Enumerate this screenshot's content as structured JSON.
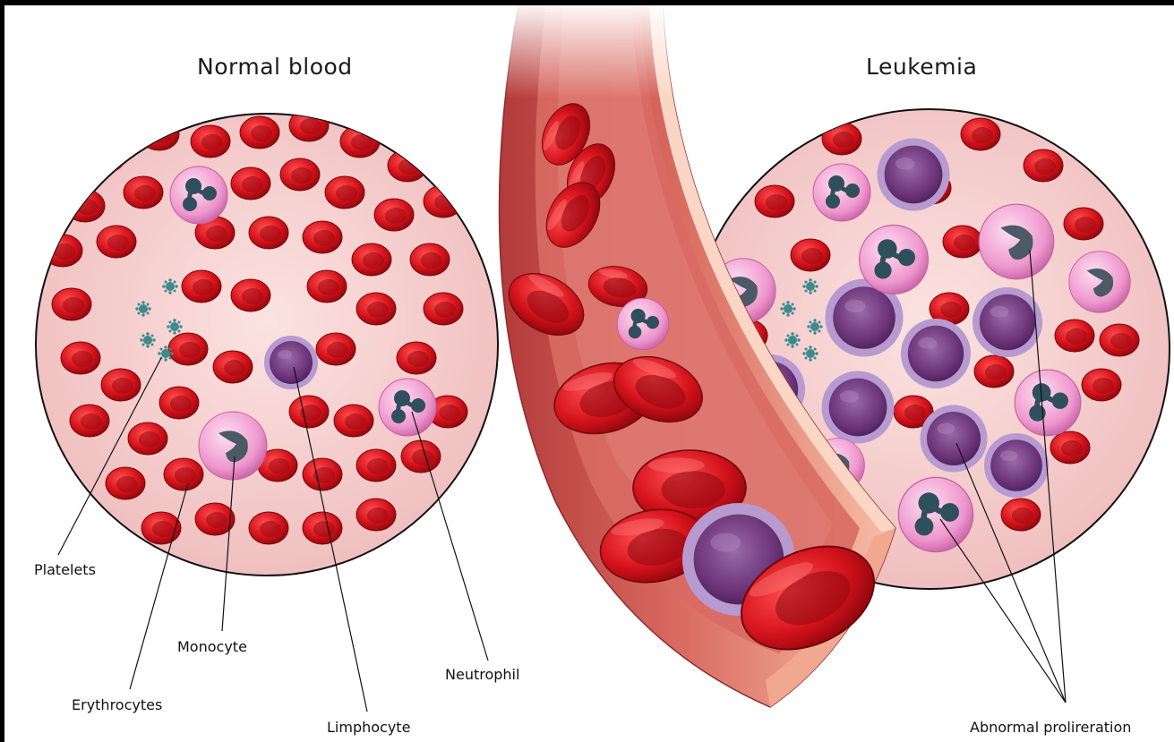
{
  "titles": {
    "normal": "Normal blood",
    "leukemia": "Leukemia"
  },
  "labels": {
    "platelets": "Platelets",
    "erythrocytes": "Erythrocytes",
    "monocyte": "Monocyte",
    "limphocyte": "Limphocyte",
    "neutrophil": "Neutrophil",
    "abnormal": "Abnormal prolireration"
  },
  "colors": {
    "plasma": "#f2c4c4",
    "red_cell": "#c8141c",
    "red_cell_center": "#8e0a10",
    "vessel_outer": "#c9524e",
    "vessel_wall": "#f3b8a4",
    "white_cell": "#ef9fd0",
    "nucleus": "#2f4f5c",
    "lymphoblast": "#7a3f86",
    "platelet": "#3e8a8c"
  },
  "icons": [
    "platelet-icon",
    "erythrocyte-icon",
    "neutrophil-icon",
    "monocyte-icon",
    "lymphocyte-icon",
    "blood-vessel-icon"
  ]
}
